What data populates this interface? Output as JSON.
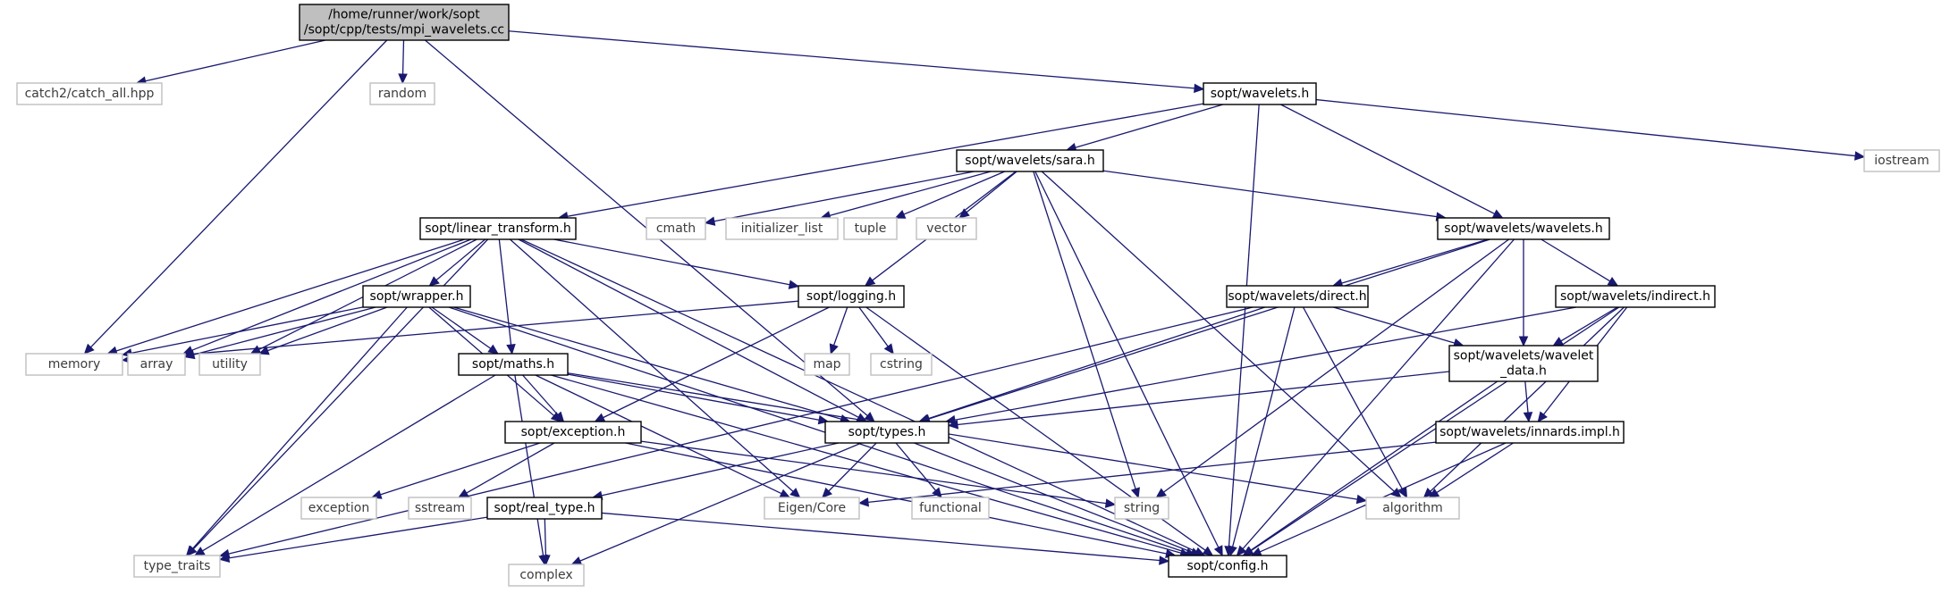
{
  "graph": {
    "colors": {
      "edge": "#191970",
      "root_fill": "#bfbfbf",
      "internal_border": "#000000",
      "external_border": "#bfbfbf",
      "external_text": "#3c3c3c",
      "text": "#000000"
    },
    "nodes": [
      {
        "id": "root",
        "lines": [
          "/home/runner/work/sopt",
          "/sopt/cpp/tests/mpi_wavelets.cc"
        ],
        "kind": "root"
      },
      {
        "id": "catch",
        "lines": [
          "catch2/catch_all.hpp"
        ],
        "kind": "external"
      },
      {
        "id": "random",
        "lines": [
          "random"
        ],
        "kind": "external"
      },
      {
        "id": "wavelets",
        "lines": [
          "sopt/wavelets.h"
        ],
        "kind": "internal"
      },
      {
        "id": "iostream",
        "lines": [
          "iostream"
        ],
        "kind": "external"
      },
      {
        "id": "sara",
        "lines": [
          "sopt/wavelets/sara.h"
        ],
        "kind": "internal"
      },
      {
        "id": "cmath",
        "lines": [
          "cmath"
        ],
        "kind": "external"
      },
      {
        "id": "initlist",
        "lines": [
          "initializer_list"
        ],
        "kind": "external"
      },
      {
        "id": "tuple",
        "lines": [
          "tuple"
        ],
        "kind": "external"
      },
      {
        "id": "vector",
        "lines": [
          "vector"
        ],
        "kind": "external"
      },
      {
        "id": "linear",
        "lines": [
          "sopt/linear_transform.h"
        ],
        "kind": "internal"
      },
      {
        "id": "wwave",
        "lines": [
          "sopt/wavelets/wavelets.h"
        ],
        "kind": "internal"
      },
      {
        "id": "wrapper",
        "lines": [
          "sopt/wrapper.h"
        ],
        "kind": "internal"
      },
      {
        "id": "logging",
        "lines": [
          "sopt/logging.h"
        ],
        "kind": "internal"
      },
      {
        "id": "direct",
        "lines": [
          "sopt/wavelets/direct.h"
        ],
        "kind": "internal"
      },
      {
        "id": "indirect",
        "lines": [
          "sopt/wavelets/indirect.h"
        ],
        "kind": "internal"
      },
      {
        "id": "memory",
        "lines": [
          "memory"
        ],
        "kind": "external"
      },
      {
        "id": "array",
        "lines": [
          "array"
        ],
        "kind": "external"
      },
      {
        "id": "utility",
        "lines": [
          "utility"
        ],
        "kind": "external"
      },
      {
        "id": "maths",
        "lines": [
          "sopt/maths.h"
        ],
        "kind": "internal"
      },
      {
        "id": "map",
        "lines": [
          "map"
        ],
        "kind": "external"
      },
      {
        "id": "cstring",
        "lines": [
          "cstring"
        ],
        "kind": "external"
      },
      {
        "id": "wdata",
        "lines": [
          "sopt/wavelets/wavelet",
          "_data.h"
        ],
        "kind": "internal"
      },
      {
        "id": "exception",
        "lines": [
          "sopt/exception.h"
        ],
        "kind": "internal"
      },
      {
        "id": "types",
        "lines": [
          "sopt/types.h"
        ],
        "kind": "internal"
      },
      {
        "id": "innards",
        "lines": [
          "sopt/wavelets/innards.impl.h"
        ],
        "kind": "internal"
      },
      {
        "id": "exc_std",
        "lines": [
          "exception"
        ],
        "kind": "external"
      },
      {
        "id": "sstream",
        "lines": [
          "sstream"
        ],
        "kind": "external"
      },
      {
        "id": "realtype",
        "lines": [
          "sopt/real_type.h"
        ],
        "kind": "internal"
      },
      {
        "id": "eigen",
        "lines": [
          "Eigen/Core"
        ],
        "kind": "external"
      },
      {
        "id": "functional",
        "lines": [
          "functional"
        ],
        "kind": "external"
      },
      {
        "id": "string",
        "lines": [
          "string"
        ],
        "kind": "external"
      },
      {
        "id": "algorithm",
        "lines": [
          "algorithm"
        ],
        "kind": "external"
      },
      {
        "id": "typetraits",
        "lines": [
          "type_traits"
        ],
        "kind": "external"
      },
      {
        "id": "complex",
        "lines": [
          "complex"
        ],
        "kind": "external"
      },
      {
        "id": "config",
        "lines": [
          "sopt/config.h"
        ],
        "kind": "internal"
      }
    ],
    "edges": [
      [
        "root",
        "catch"
      ],
      [
        "root",
        "memory"
      ],
      [
        "root",
        "random"
      ],
      [
        "root",
        "types"
      ],
      [
        "root",
        "wavelets"
      ],
      [
        "wavelets",
        "linear"
      ],
      [
        "wavelets",
        "sara"
      ],
      [
        "wavelets",
        "wwave"
      ],
      [
        "wavelets",
        "config"
      ],
      [
        "wavelets",
        "iostream"
      ],
      [
        "sara",
        "cmath"
      ],
      [
        "sara",
        "initlist"
      ],
      [
        "sara",
        "tuple"
      ],
      [
        "sara",
        "vector"
      ],
      [
        "sara",
        "logging"
      ],
      [
        "sara",
        "string"
      ],
      [
        "sara",
        "algorithm"
      ],
      [
        "sara",
        "wwave"
      ],
      [
        "sara",
        "config"
      ],
      [
        "linear",
        "typetraits"
      ],
      [
        "linear",
        "memory"
      ],
      [
        "linear",
        "array"
      ],
      [
        "linear",
        "utility"
      ],
      [
        "linear",
        "wrapper"
      ],
      [
        "linear",
        "maths"
      ],
      [
        "linear",
        "logging"
      ],
      [
        "linear",
        "types"
      ],
      [
        "linear",
        "eigen"
      ],
      [
        "linear",
        "config"
      ],
      [
        "wwave",
        "types"
      ],
      [
        "wwave",
        "string"
      ],
      [
        "wwave",
        "direct"
      ],
      [
        "wwave",
        "wdata"
      ],
      [
        "wwave",
        "indirect"
      ],
      [
        "wwave",
        "config"
      ],
      [
        "wrapper",
        "memory"
      ],
      [
        "wrapper",
        "array"
      ],
      [
        "wrapper",
        "utility"
      ],
      [
        "wrapper",
        "typetraits"
      ],
      [
        "wrapper",
        "maths"
      ],
      [
        "wrapper",
        "exception"
      ],
      [
        "wrapper",
        "types"
      ],
      [
        "wrapper",
        "config"
      ],
      [
        "logging",
        "memory"
      ],
      [
        "logging",
        "exception"
      ],
      [
        "logging",
        "map"
      ],
      [
        "logging",
        "cstring"
      ],
      [
        "logging",
        "config"
      ],
      [
        "direct",
        "typetraits"
      ],
      [
        "direct",
        "types"
      ],
      [
        "direct",
        "wdata"
      ],
      [
        "direct",
        "algorithm"
      ],
      [
        "direct",
        "config"
      ],
      [
        "indirect",
        "types"
      ],
      [
        "indirect",
        "wdata"
      ],
      [
        "indirect",
        "innards"
      ],
      [
        "indirect",
        "algorithm"
      ],
      [
        "indirect",
        "config"
      ],
      [
        "maths",
        "typetraits"
      ],
      [
        "maths",
        "exception"
      ],
      [
        "maths",
        "types"
      ],
      [
        "maths",
        "eigen"
      ],
      [
        "maths",
        "complex"
      ],
      [
        "maths",
        "algorithm"
      ],
      [
        "maths",
        "config"
      ],
      [
        "wdata",
        "types"
      ],
      [
        "wdata",
        "innards"
      ],
      [
        "wdata",
        "config"
      ],
      [
        "exception",
        "exc_std"
      ],
      [
        "exception",
        "sstream"
      ],
      [
        "exception",
        "string"
      ],
      [
        "exception",
        "config"
      ],
      [
        "types",
        "realtype"
      ],
      [
        "types",
        "eigen"
      ],
      [
        "types",
        "functional"
      ],
      [
        "types",
        "complex"
      ],
      [
        "types",
        "config"
      ],
      [
        "innards",
        "eigen"
      ],
      [
        "innards",
        "algorithm"
      ],
      [
        "innards",
        "config"
      ],
      [
        "realtype",
        "typetraits"
      ],
      [
        "realtype",
        "complex"
      ],
      [
        "realtype",
        "config"
      ]
    ]
  }
}
